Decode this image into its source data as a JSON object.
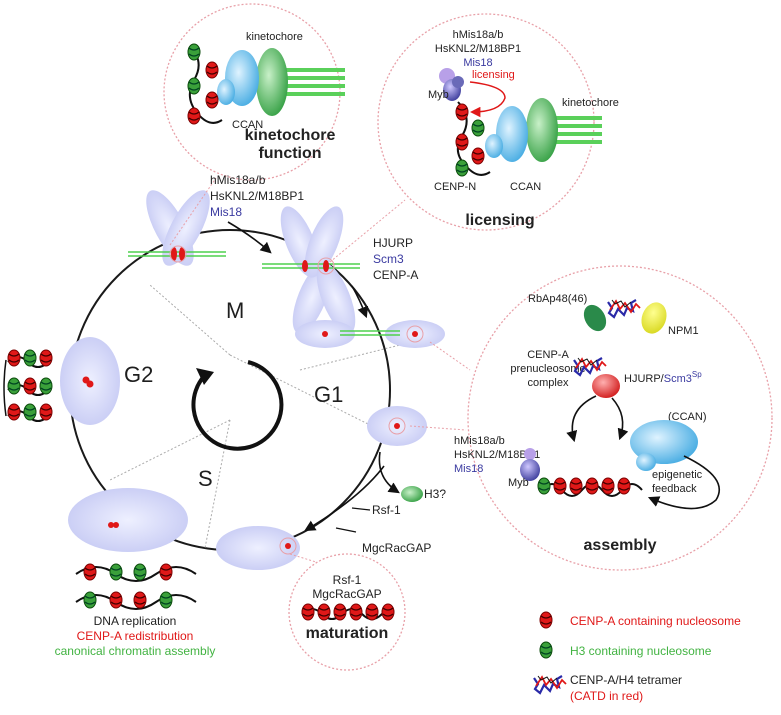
{
  "phases": {
    "m": "M",
    "g1": "G1",
    "g2": "G2",
    "s": "S"
  },
  "kinetochore_panel": {
    "kinetochore": "kinetochore",
    "ccan": "CCAN",
    "title_line1": "kinetochore",
    "title_line2": "function"
  },
  "licensing_panel": {
    "factor1": "hMis18a/b",
    "factor2": "HsKNL2/M18BP1",
    "factor3": "Mis18",
    "myb": "Myb",
    "licensing_arrow": "licensing",
    "kinetochore": "kinetochore",
    "cenpn": "CENP-N",
    "ccan": "CCAN",
    "title": "licensing"
  },
  "mitosis_labels": {
    "factor1": "hMis18a/b",
    "factor2": "HsKNL2/M18BP1",
    "factor3": "Mis18"
  },
  "hjurp_labels": {
    "hjurp": "HJURP",
    "scm3": "Scm3",
    "cenpa": "CENP-A"
  },
  "assembly_panel": {
    "rbap": "RbAp48(46)",
    "npm1": "NPM1",
    "prenuc1": "CENP-A",
    "prenuc2": "prenucleosome",
    "prenuc3": "complex",
    "hjurp": "HJURP/",
    "scm3": "Scm3",
    "scm3_sup": "Sp",
    "ccan": "(CCAN)",
    "factor1": "hMis18a/b",
    "factor2": "HsKNL2/M18BP1",
    "factor3": "Mis18",
    "myb": "Myb",
    "feedback1": "epigenetic",
    "feedback2": "feedback",
    "title": "assembly"
  },
  "g1_late": {
    "h3": "H3?",
    "rsf1": "Rsf-1",
    "mgc": "MgcRacGAP"
  },
  "maturation_panel": {
    "rsf1": "Rsf-1",
    "mgc": "MgcRacGAP",
    "title": "maturation"
  },
  "s_phase": {
    "dna_replication": "DNA replication",
    "redistribution": "CENP-A redistribution",
    "canonical": "canonical chromatin assembly"
  },
  "legend": {
    "cenpa_nuc": "CENP-A containing nucleosome",
    "h3_nuc": "H3 containing nucleosome",
    "tetramer1": "CENP-A/H4 tetramer",
    "tetramer2": "(CATD in red)"
  },
  "colors": {
    "cell_fill": "#d4d6f7",
    "cenpa_red": "#e01818",
    "h3_green": "#3aa03a",
    "panel_circle": "#e8a0a8",
    "kinetochore_green": "#3ab04a",
    "ccan_blue": "#5ab8e8",
    "mis18_blue": "#3a3aa0"
  }
}
